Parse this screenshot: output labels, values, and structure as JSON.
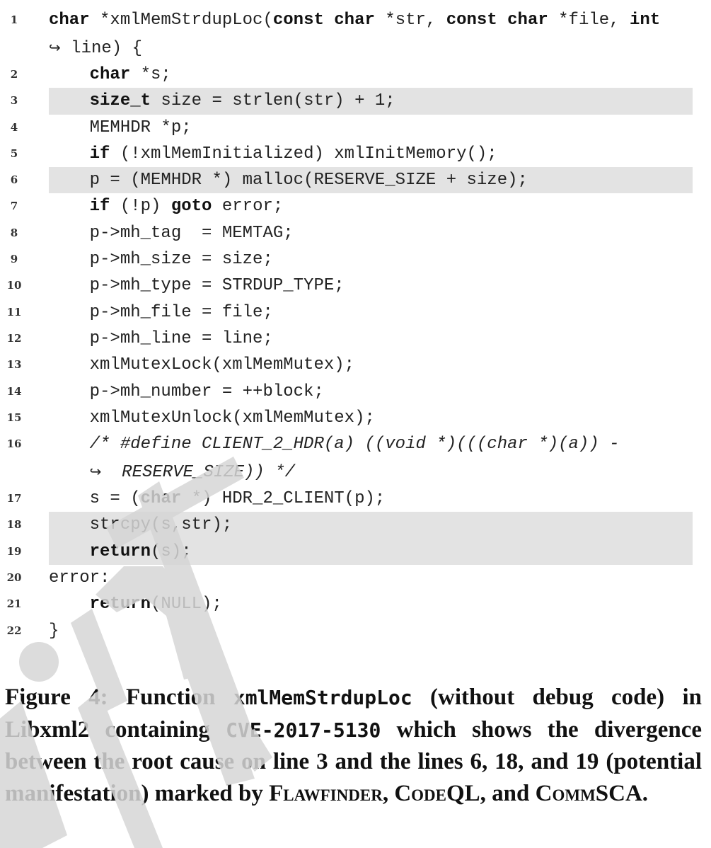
{
  "code_lines": [
    {
      "n": "1",
      "highlight": false,
      "parts": [
        [
          "kw",
          "char"
        ],
        [
          "",
          " *xmlMemStrdupLoc("
        ],
        [
          "kw",
          "const"
        ],
        [
          "",
          " "
        ],
        [
          "kw",
          "char"
        ],
        [
          "",
          " *str, "
        ],
        [
          "kw",
          "const"
        ],
        [
          "",
          " "
        ],
        [
          "kw",
          "char"
        ],
        [
          "",
          " *file, "
        ],
        [
          "kw",
          "int"
        ]
      ],
      "continuation": [
        [
          "",
          " line) {"
        ]
      ]
    },
    {
      "n": "2",
      "highlight": false,
      "parts": [
        [
          "",
          "    "
        ],
        [
          "kw",
          "char"
        ],
        [
          "",
          " *s;"
        ]
      ]
    },
    {
      "n": "3",
      "highlight": true,
      "parts": [
        [
          "",
          "    "
        ],
        [
          "kw",
          "size_t"
        ],
        [
          "",
          " size = strlen(str) + 1;"
        ]
      ]
    },
    {
      "n": "4",
      "highlight": false,
      "parts": [
        [
          "",
          "    MEMHDR *p;"
        ]
      ]
    },
    {
      "n": "5",
      "highlight": false,
      "parts": [
        [
          "",
          "    "
        ],
        [
          "kw",
          "if"
        ],
        [
          "",
          " (!xmlMemInitialized) xmlInitMemory();"
        ]
      ]
    },
    {
      "n": "6",
      "highlight": true,
      "parts": [
        [
          "",
          "    p = (MEMHDR *) malloc(RESERVE_SIZE + size);"
        ]
      ]
    },
    {
      "n": "7",
      "highlight": false,
      "parts": [
        [
          "",
          "    "
        ],
        [
          "kw",
          "if"
        ],
        [
          "",
          " (!p) "
        ],
        [
          "kw",
          "goto"
        ],
        [
          "",
          " error;"
        ]
      ]
    },
    {
      "n": "8",
      "highlight": false,
      "parts": [
        [
          "",
          "    p->mh_tag  = MEMTAG;"
        ]
      ]
    },
    {
      "n": "9",
      "highlight": false,
      "parts": [
        [
          "",
          "    p->mh_size = size;"
        ]
      ]
    },
    {
      "n": "10",
      "highlight": false,
      "parts": [
        [
          "",
          "    p->mh_type = STRDUP_TYPE;"
        ]
      ]
    },
    {
      "n": "11",
      "highlight": false,
      "parts": [
        [
          "",
          "    p->mh_file = file;"
        ]
      ]
    },
    {
      "n": "12",
      "highlight": false,
      "parts": [
        [
          "",
          "    p->mh_line = line;"
        ]
      ]
    },
    {
      "n": "13",
      "highlight": false,
      "parts": [
        [
          "",
          "    xmlMutexLock(xmlMemMutex);"
        ]
      ]
    },
    {
      "n": "14",
      "highlight": false,
      "parts": [
        [
          "",
          "    p->mh_number = ++block;"
        ]
      ]
    },
    {
      "n": "15",
      "highlight": false,
      "parts": [
        [
          "",
          "    xmlMutexUnlock(xmlMemMutex);"
        ]
      ]
    },
    {
      "n": "16",
      "highlight": false,
      "parts": [
        [
          "",
          "    "
        ],
        [
          "cm",
          "/* #define CLIENT_2_HDR(a) ((void *)(((char *)(a)) -"
        ]
      ],
      "continuation": [
        [
          "cm",
          "  RESERVE_SIZE)) */"
        ]
      ]
    },
    {
      "n": "17",
      "highlight": false,
      "parts": [
        [
          "",
          "    s = ("
        ],
        [
          "kw",
          "char"
        ],
        [
          "",
          " *) HDR_2_CLIENT(p);"
        ]
      ]
    },
    {
      "n": "18",
      "highlight": true,
      "parts": [
        [
          "",
          "    strcpy(s,str);"
        ]
      ]
    },
    {
      "n": "19",
      "highlight": true,
      "parts": [
        [
          "",
          "    "
        ],
        [
          "kw",
          "return"
        ],
        [
          "",
          "(s);"
        ]
      ]
    },
    {
      "n": "20",
      "highlight": false,
      "parts": [
        [
          "",
          "error:"
        ]
      ]
    },
    {
      "n": "21",
      "highlight": false,
      "parts": [
        [
          "",
          "    "
        ],
        [
          "kw",
          "return"
        ],
        [
          "",
          "(NULL);"
        ]
      ]
    },
    {
      "n": "22",
      "highlight": false,
      "parts": [
        [
          "",
          "}"
        ]
      ]
    }
  ],
  "continuation_arrow": "↪",
  "caption": {
    "label": "Figure 4:",
    "t1": " Function ",
    "func": "xmlMemStrdupLoc",
    "t2": " (without debug code) in Libxml2 containing ",
    "cve": "CVE-2017-5130",
    "t3": " which shows the divergence between the root cause on line 3 and the lines 6, 18, and 19 (potential manifestation) marked by ",
    "tool1": "Flawfinder",
    "sep1": ", ",
    "tool2": "CodeQL",
    "sep2": ", and ",
    "tool3": "CommSCA",
    "end": "."
  },
  "colors": {
    "highlight": "#e3e3e3",
    "watermark": "#d9d9d9"
  }
}
